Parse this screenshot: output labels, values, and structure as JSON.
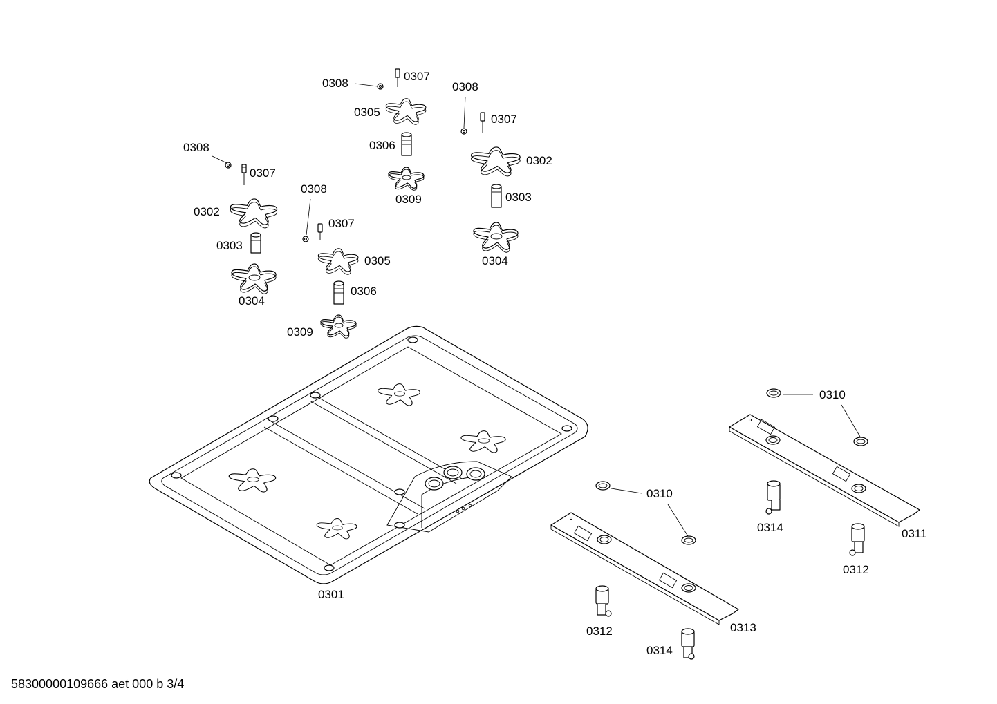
{
  "footer": {
    "doc_id": "58300000109666 aet 000 b 3/4"
  },
  "labels": {
    "p0301": "0301",
    "p0302": "0302",
    "p0303": "0303",
    "p0304": "0304",
    "p0305": "0305",
    "p0306": "0306",
    "p0307": "0307",
    "p0308": "0308",
    "p0309": "0309",
    "p0310": "0310",
    "p0311": "0311",
    "p0312": "0312",
    "p0313": "0313",
    "p0314": "0314"
  }
}
